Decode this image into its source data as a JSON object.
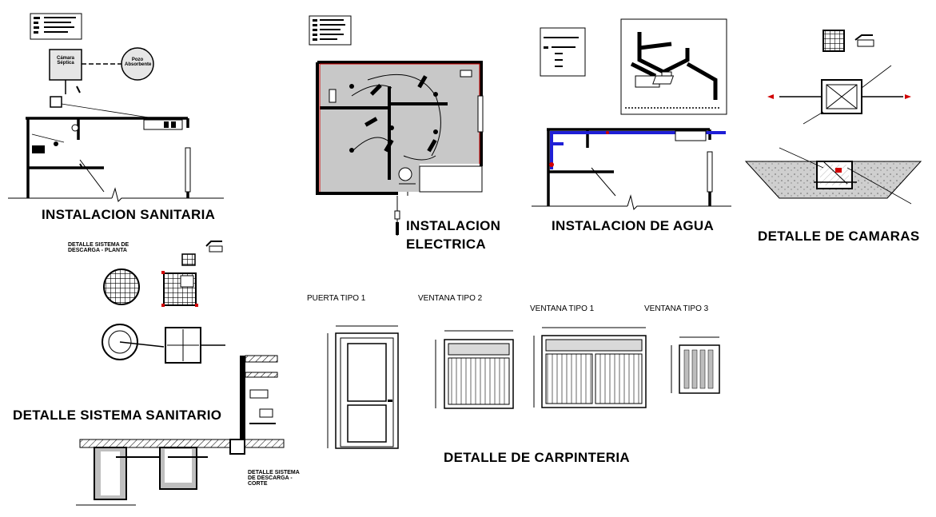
{
  "titles": {
    "sanitaria": "INSTALACION SANITARIA",
    "electrica_1": "INSTALACION",
    "electrica_2": "ELECTRICA",
    "agua": "INSTALACION DE AGUA",
    "camaras": "DETALLE DE CAMARAS",
    "sistema_sanitario": "DETALLE SISTEMA SANITARIO",
    "carpinteria": "DETALLE DE CARPINTERIA"
  },
  "carpinteria_labels": {
    "puerta_tipo_1": "PUERTA TIPO 1",
    "ventana_tipo_2": "VENTANA TIPO 2",
    "ventana_tipo_1": "VENTANA TIPO 1",
    "ventana_tipo_3": "VENTANA TIPO 3"
  },
  "sanitary_boxes": {
    "camara_septica": "Cámara Séptica",
    "pozo": "Pozo Absorbente"
  },
  "sistema_labels": {
    "planta": "DETALLE SISTEMA DE DESCARGA - PLANTA",
    "corte": "DETALLE SISTEMA DE DESCARGA - CORTE"
  },
  "colors": {
    "line": "#000000",
    "hatch": "#bfbfbf",
    "water": "#1f1fd6",
    "electric": "#d10000"
  }
}
